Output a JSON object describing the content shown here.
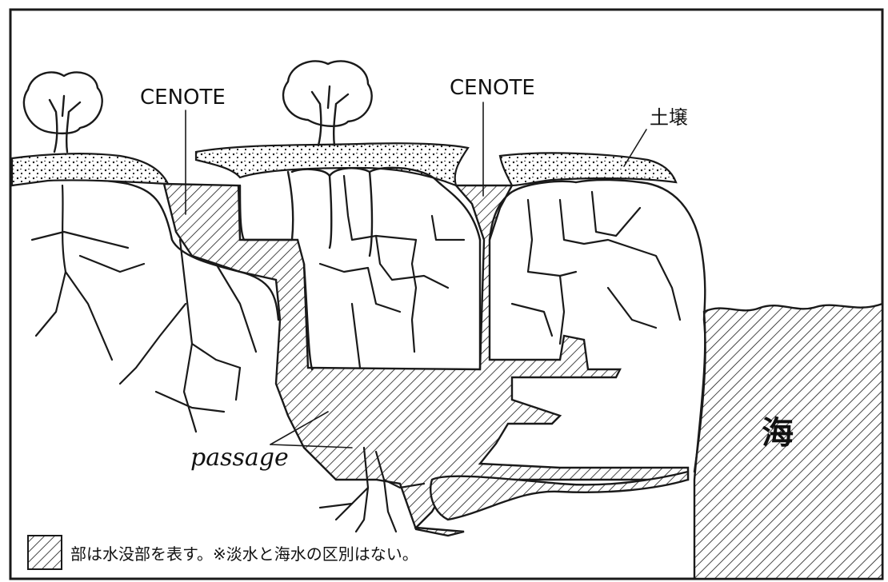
{
  "labels": {
    "cenote_left": "CENOTE",
    "cenote_right": "CENOTE",
    "soil": "土壌",
    "sea": "海",
    "passage": "passage"
  },
  "legend": {
    "text": "部は水没部を表す。※淡水と海水の区別はない。"
  },
  "colors": {
    "ink": "#1a1a1a",
    "paper": "#ffffff"
  }
}
